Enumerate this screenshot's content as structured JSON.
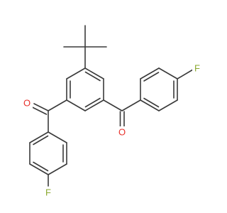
{
  "molecule": {
    "colors": {
      "bond": "#3a3a3a",
      "oxygen": "#e8322c",
      "fluorine": "#8aa82f",
      "background": "#ffffff"
    },
    "atoms": {
      "oxygen_left": "O",
      "oxygen_right": "O",
      "fluorine_top": "F",
      "fluorine_bottom": "F"
    }
  }
}
